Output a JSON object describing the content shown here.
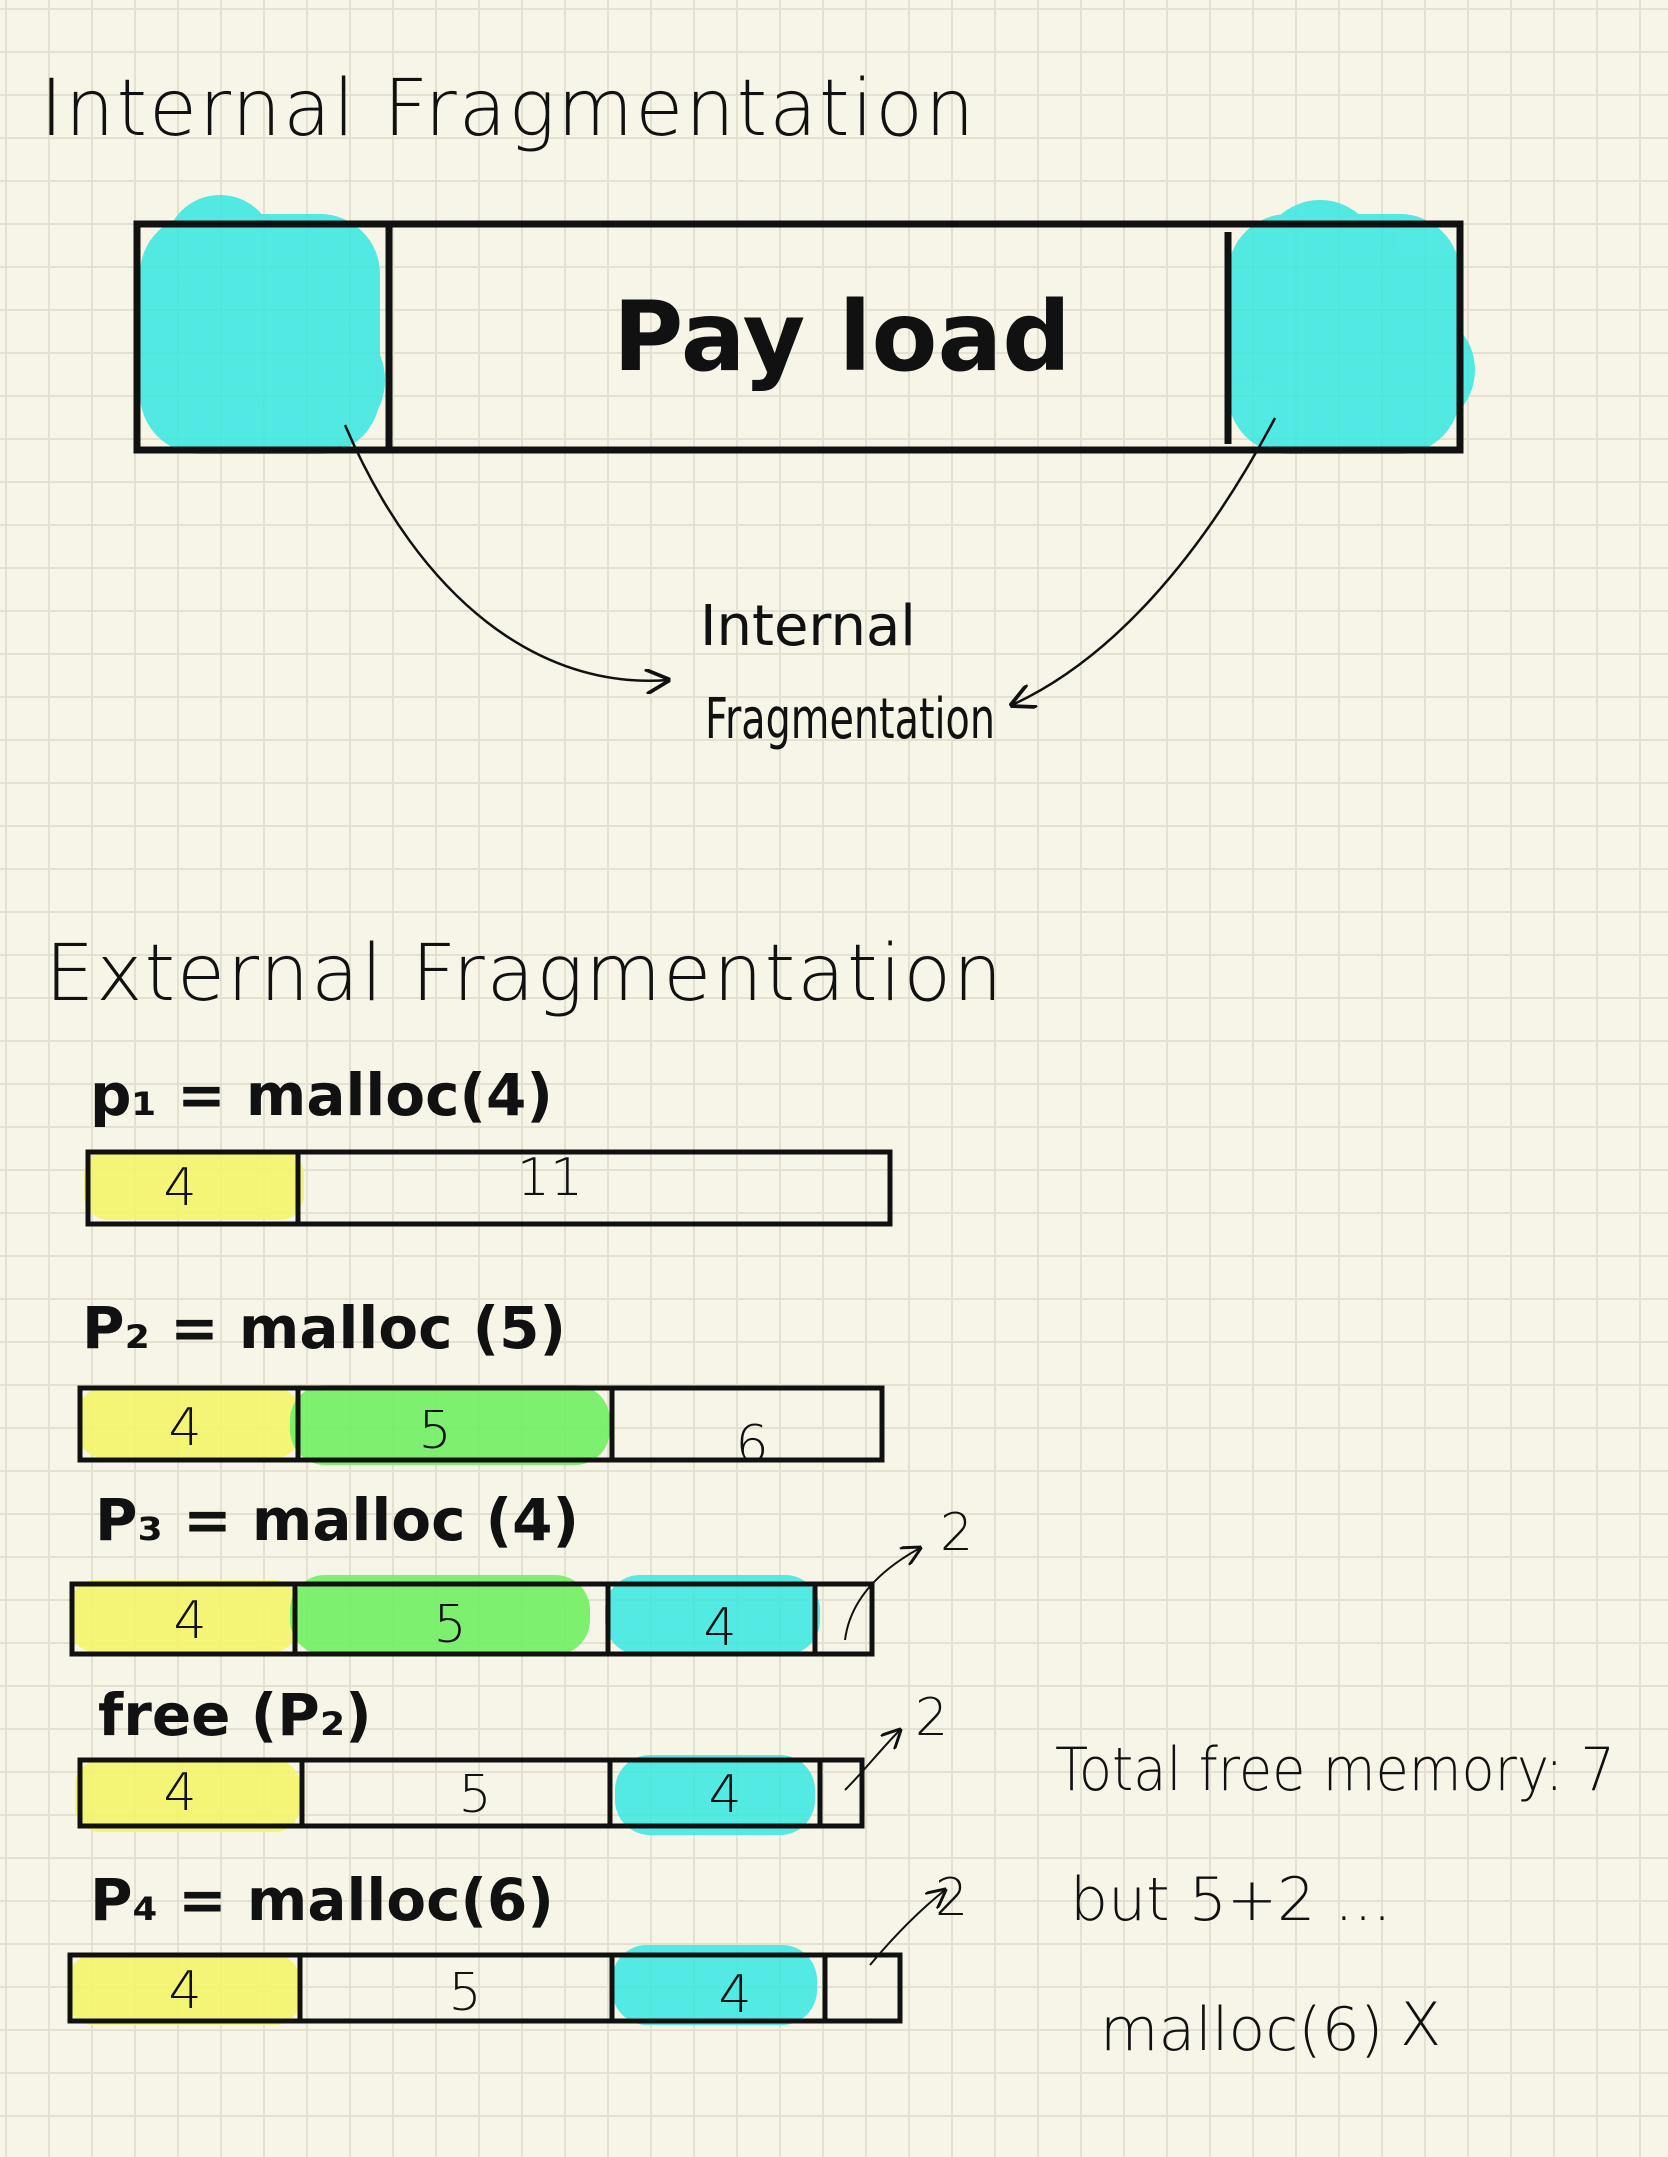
{
  "internal": {
    "title": "Internal Fragmentation",
    "payload": "Pay load",
    "caption_line1": "Internal",
    "caption_line2": "Fragmentation"
  },
  "external": {
    "title": "External Fragmentation",
    "steps": [
      {
        "label": "p₁ = malloc(4)",
        "cells": [
          "4",
          "11"
        ]
      },
      {
        "label": "P₂ = malloc (5)",
        "cells": [
          "4",
          "5",
          "6"
        ]
      },
      {
        "label": "P₃ = malloc (4)",
        "cells": [
          "4",
          "5",
          "4",
          ""
        ],
        "side": "2"
      },
      {
        "label": "free (P₂)",
        "cells": [
          "4",
          "5",
          "4",
          ""
        ],
        "side": "2"
      },
      {
        "label": "P₄ = malloc(6)",
        "cells": [
          "4",
          "5",
          "4",
          ""
        ],
        "side": "2"
      }
    ],
    "note": {
      "line1": "Total free memory: 7",
      "line2": "but 5+2 ...",
      "line3": "malloc(6)",
      "mark": "X"
    }
  },
  "colors": {
    "teal": "#35e8e0",
    "yellow": "#f3f56a",
    "green": "#6fef62",
    "ink": "#111111"
  }
}
